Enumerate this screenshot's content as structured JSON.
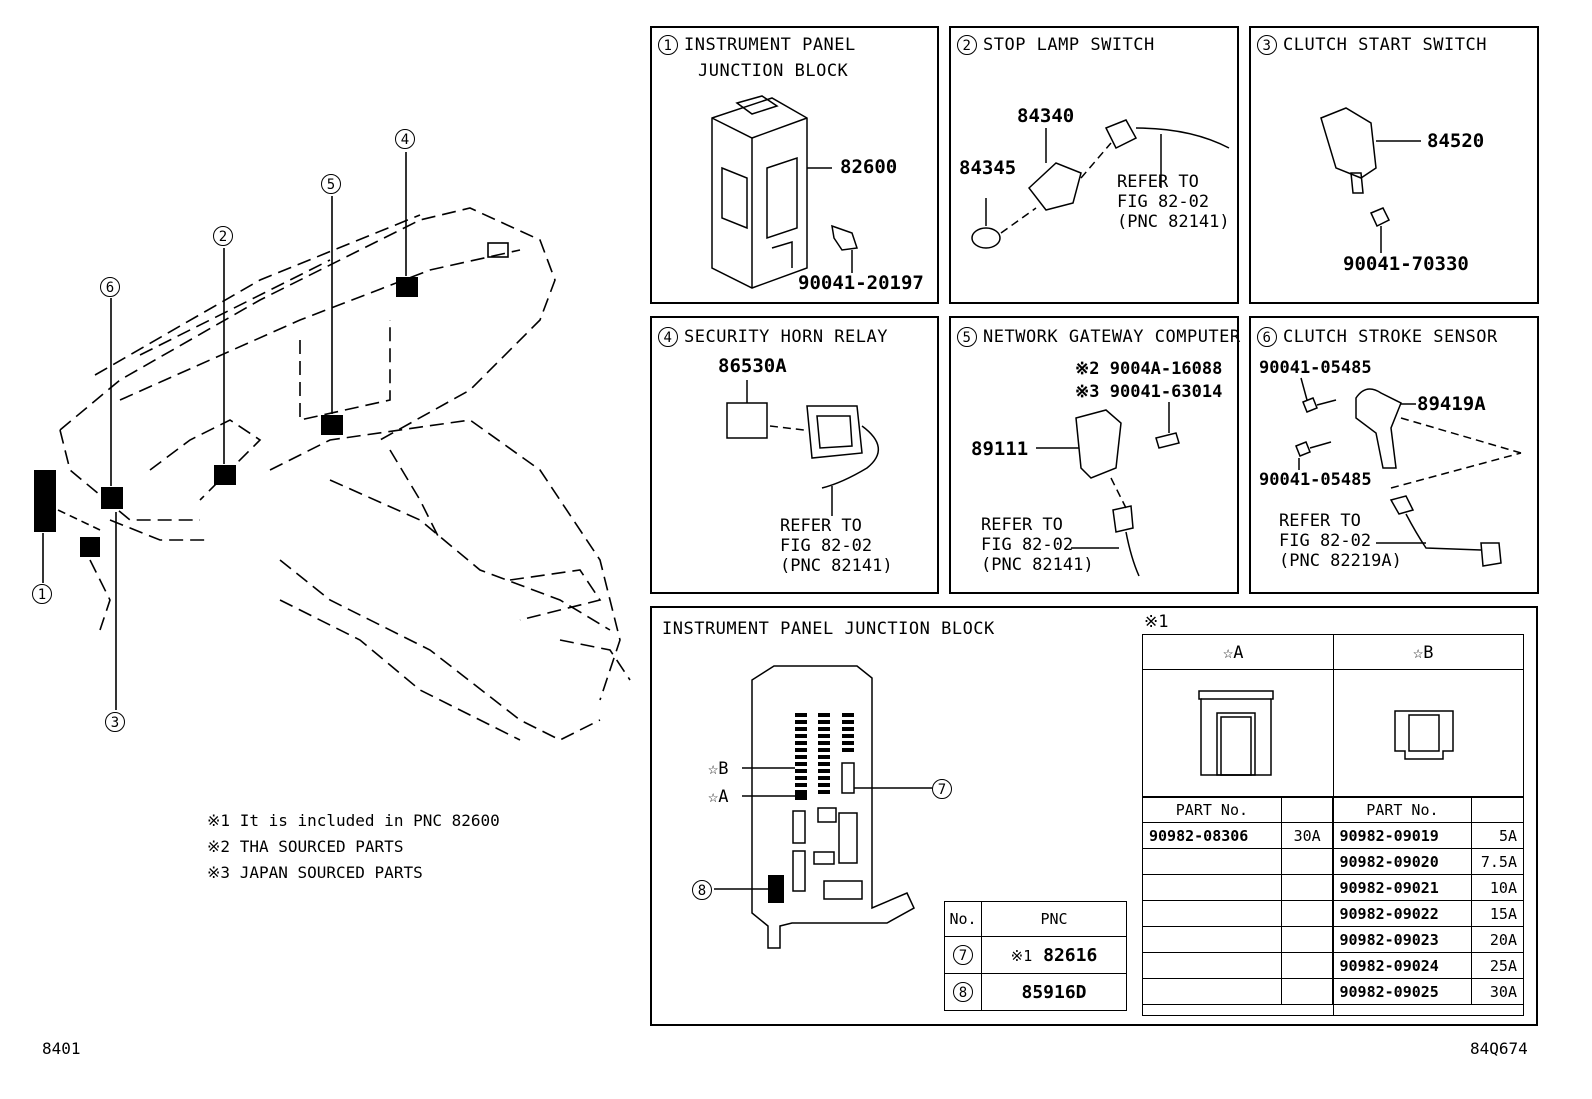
{
  "callout_numbers": [
    "1",
    "2",
    "3",
    "4",
    "5",
    "6",
    "7",
    "8"
  ],
  "notes": [
    {
      "mark": "※1",
      "text": "It is included in PNC 82600"
    },
    {
      "mark": "※2",
      "text": "THA SOURCED PARTS"
    },
    {
      "mark": "※3",
      "text": "JAPAN SOURCED PARTS"
    }
  ],
  "footer": {
    "left": "8401",
    "right": "84Q674"
  },
  "panels": {
    "p1": {
      "num": "1",
      "title_line1": "INSTRUMENT PANEL",
      "title_line2": "JUNCTION BLOCK",
      "parts": [
        "82600",
        "90041-20197"
      ]
    },
    "p2": {
      "num": "2",
      "title": "STOP LAMP SWITCH",
      "parts": [
        "84340",
        "84345"
      ],
      "refer": [
        "REFER TO",
        "FIG 82-02",
        "(PNC 82141)"
      ]
    },
    "p3": {
      "num": "3",
      "title": "CLUTCH START SWITCH",
      "parts": [
        "84520",
        "90041-70330"
      ]
    },
    "p4": {
      "num": "4",
      "title": "SECURITY HORN RELAY",
      "parts": [
        "86530A"
      ],
      "refer": [
        "REFER TO",
        "FIG 82-02",
        "(PNC 82141)"
      ]
    },
    "p5": {
      "num": "5",
      "title": "NETWORK GATEWAY COMPUTER",
      "parts": [
        "89111"
      ],
      "sourced": [
        {
          "mark": "※2",
          "part": "9004A-16088"
        },
        {
          "mark": "※3",
          "part": "90041-63014"
        }
      ],
      "refer": [
        "REFER TO",
        "FIG 82-02",
        "(PNC 82141)"
      ]
    },
    "p6": {
      "num": "6",
      "title": "CLUTCH STROKE SENSOR",
      "parts": [
        "90041-05485",
        "89419A",
        "90041-05485"
      ],
      "refer": [
        "REFER TO",
        "FIG 82-02",
        "(PNC 82219A)"
      ]
    }
  },
  "junction": {
    "title": "INSTRUMENT PANEL JUNCTION BLOCK",
    "star_b": "☆B",
    "star_a": "☆A",
    "pnc_table": {
      "headers": [
        "No.",
        "PNC"
      ],
      "rows": [
        {
          "no": "7",
          "mark": "※1",
          "pnc": "82616"
        },
        {
          "no": "8",
          "mark": "",
          "pnc": "85916D"
        }
      ]
    },
    "fuse_table": {
      "mark": "※1",
      "col_a": "☆A",
      "col_b": "☆B",
      "part_header": "PART No.",
      "a_rows": [
        {
          "part": "90982-08306",
          "amp": "30A"
        }
      ],
      "b_rows": [
        {
          "part": "90982-09019",
          "amp": "5A"
        },
        {
          "part": "90982-09020",
          "amp": "7.5A"
        },
        {
          "part": "90982-09021",
          "amp": "10A"
        },
        {
          "part": "90982-09022",
          "amp": "15A"
        },
        {
          "part": "90982-09023",
          "amp": "20A"
        },
        {
          "part": "90982-09024",
          "amp": "25A"
        },
        {
          "part": "90982-09025",
          "amp": "30A"
        }
      ]
    }
  }
}
